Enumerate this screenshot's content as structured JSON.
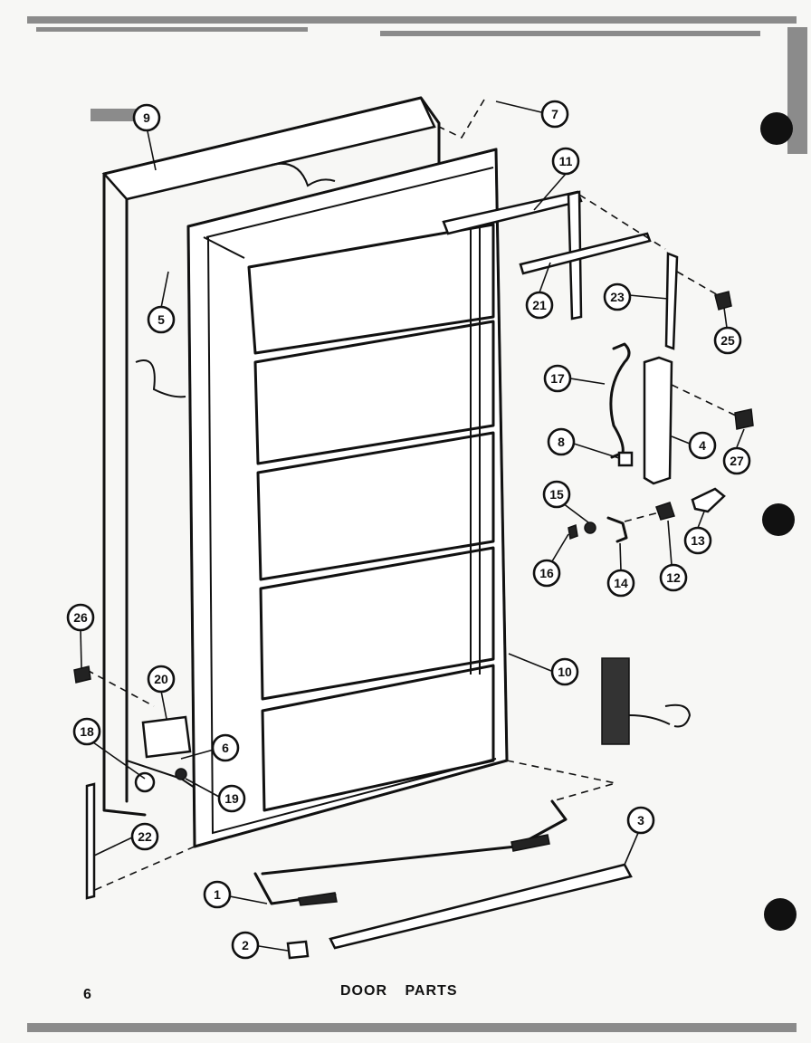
{
  "page": {
    "number": "6",
    "title": "DOOR PARTS"
  },
  "callouts": [
    "9",
    "7",
    "11",
    "5",
    "21",
    "23",
    "25",
    "17",
    "8",
    "4",
    "27",
    "15",
    "13",
    "16",
    "14",
    "12",
    "26",
    "10",
    "20",
    "18",
    "6",
    "19",
    "22",
    "3",
    "1",
    "2"
  ]
}
